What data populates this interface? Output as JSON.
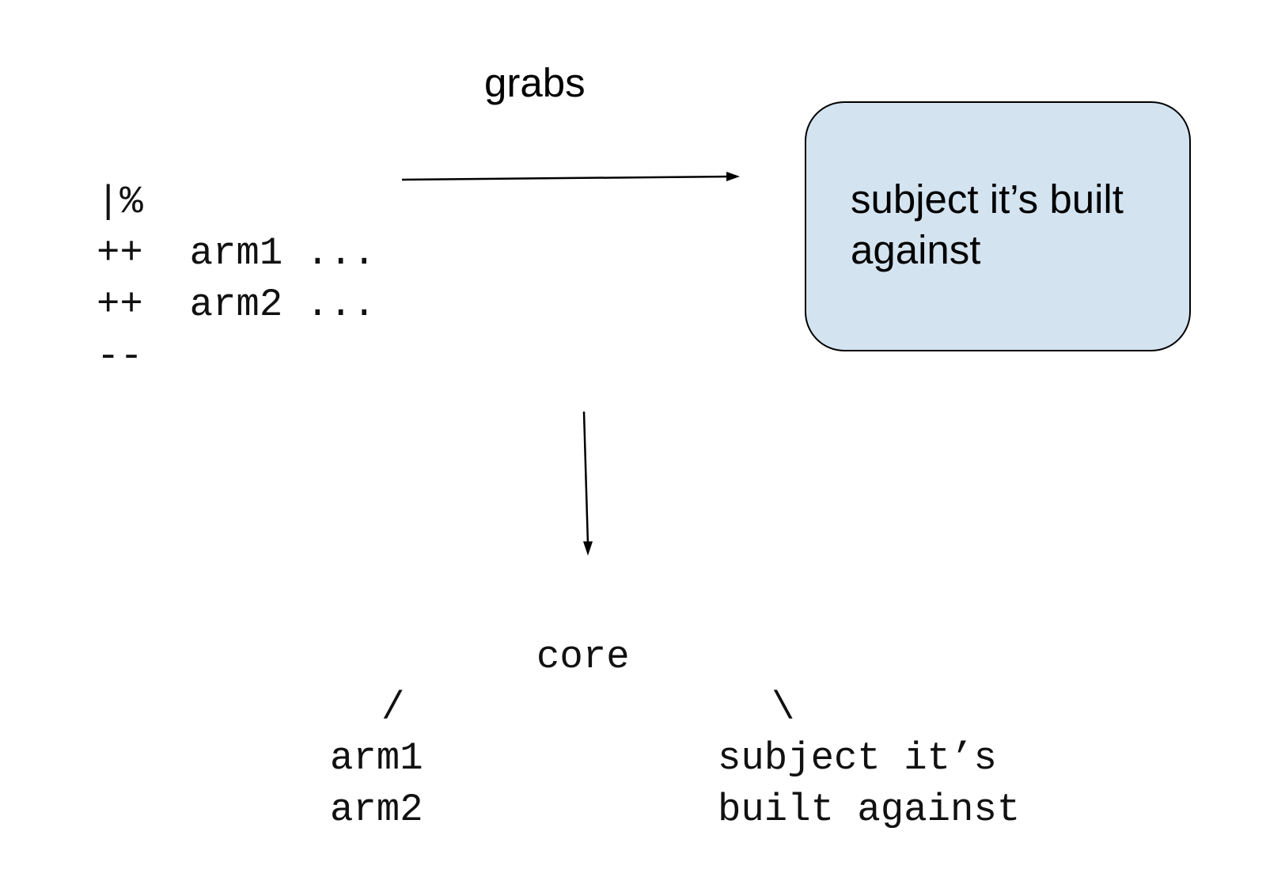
{
  "code_block": {
    "lines": [
      "|%",
      "++  arm1 ...",
      "++  arm2 ...",
      "--"
    ]
  },
  "arrow_label": "grabs",
  "subject_box": {
    "text": "subject it’s built against",
    "fill_color": "#d4e3f0"
  },
  "tree": {
    "root": "core",
    "left_branch": "/",
    "right_branch": "\\",
    "left_leaf": "arm1\narm2",
    "right_leaf": "subject it’s\nbuilt against"
  }
}
